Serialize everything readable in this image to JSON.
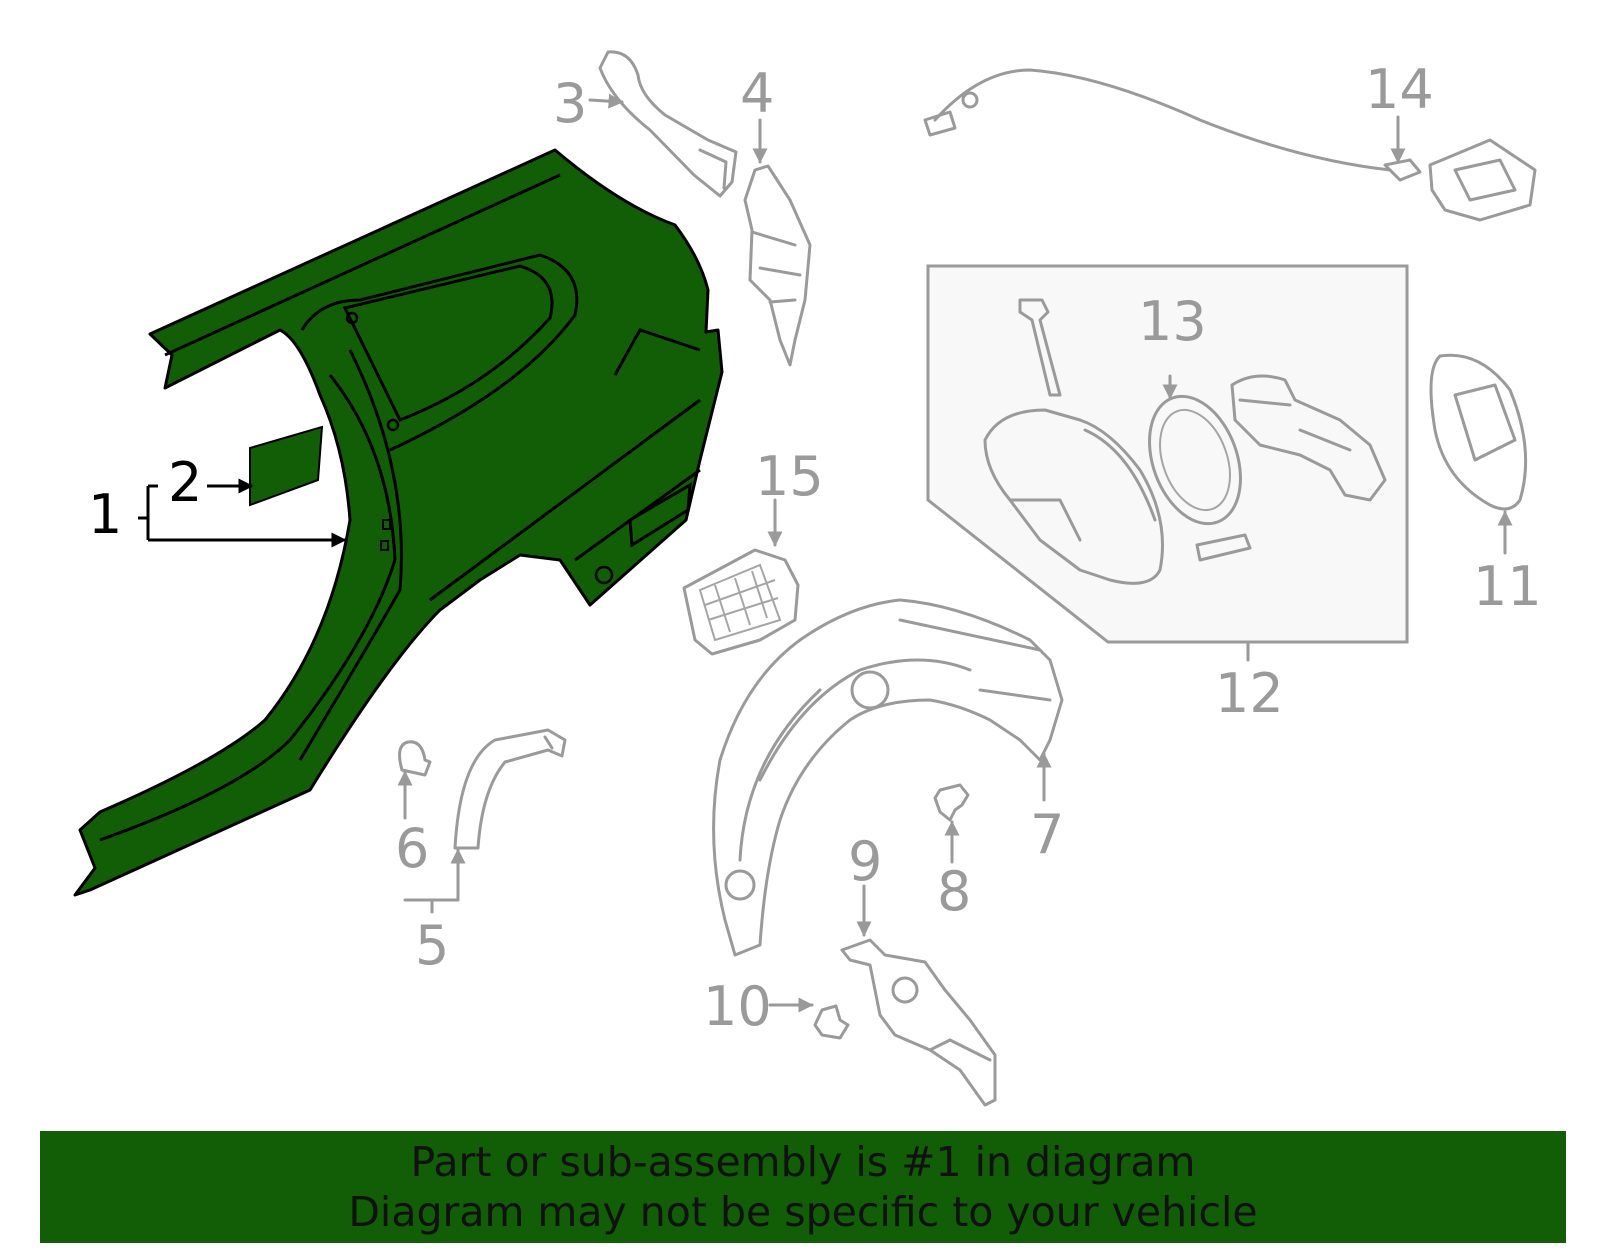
{
  "colors": {
    "highlight": "#115e07",
    "line": "#9a9a9a",
    "selected_text": "#000000",
    "banner_text": "#111111"
  },
  "callouts": {
    "c1": "1",
    "c2": "2",
    "c3": "3",
    "c4": "4",
    "c5": "5",
    "c6": "6",
    "c7": "7",
    "c8": "8",
    "c9": "9",
    "c10": "10",
    "c11": "11",
    "c12": "12",
    "c13": "13",
    "c14": "14",
    "c15": "15"
  },
  "banner": {
    "line1": "Part or sub-assembly is #1 in diagram",
    "line2": "Diagram may not be specific to your vehicle"
  }
}
